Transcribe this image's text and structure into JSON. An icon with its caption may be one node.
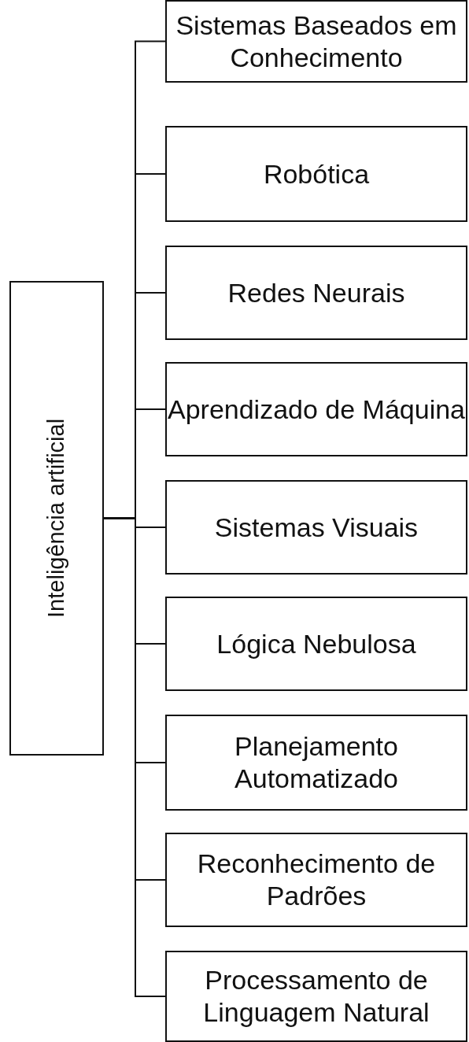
{
  "diagram": {
    "nodes": [
      {
        "text": [
          "Inteligência artificial"
        ]
      },
      {
        "text": [
          "Sistemas Baseados em Conhecimento"
        ]
      },
      {
        "text": [
          "Robótica"
        ]
      },
      {
        "text": [
          "Redes Neurais"
        ]
      },
      {
        "text": [
          "Aprendizado de Máquina"
        ]
      },
      {
        "text": [
          "Sistemas Visuais"
        ]
      },
      {
        "text": [
          "Lógica Nebulosa"
        ]
      },
      {
        "text": [
          "Planejamento Automatizado"
        ]
      },
      {
        "text": [
          "Reconhecimento de Padrões"
        ]
      },
      {
        "text": [
          "Processamento de Linguagem Natural"
        ]
      }
    ],
    "edges": [
      {
        "from": 0,
        "to": 1,
        "arrow": "none"
      },
      {
        "from": 0,
        "to": 2,
        "arrow": "none"
      },
      {
        "from": 0,
        "to": 3,
        "arrow": "none"
      },
      {
        "from": 0,
        "to": 4,
        "arrow": "none"
      },
      {
        "from": 0,
        "to": 5,
        "arrow": "none"
      },
      {
        "from": 0,
        "to": 6,
        "arrow": "none"
      },
      {
        "from": 0,
        "to": 7,
        "arrow": "none"
      },
      {
        "from": 0,
        "to": 8,
        "arrow": "none"
      },
      {
        "from": 0,
        "to": 9,
        "arrow": "none"
      }
    ]
  }
}
